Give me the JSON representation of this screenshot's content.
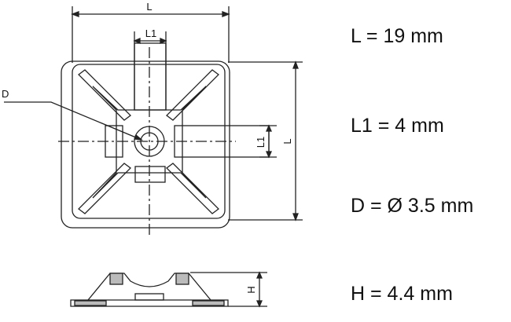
{
  "drawing": {
    "top_width_label": "L",
    "top_slot_label": "L1",
    "hole_label": "D",
    "right_slot_label": "L1",
    "right_height_label": "L",
    "side_height_label": "H"
  },
  "specs": [
    {
      "text": "L = 19 mm"
    },
    {
      "text": "L1 = 4 mm"
    },
    {
      "text": "D = Ø 3.5 mm"
    },
    {
      "text": "H = 4.4 mm"
    }
  ],
  "colors": {
    "line": "#222222",
    "background": "#ffffff"
  }
}
